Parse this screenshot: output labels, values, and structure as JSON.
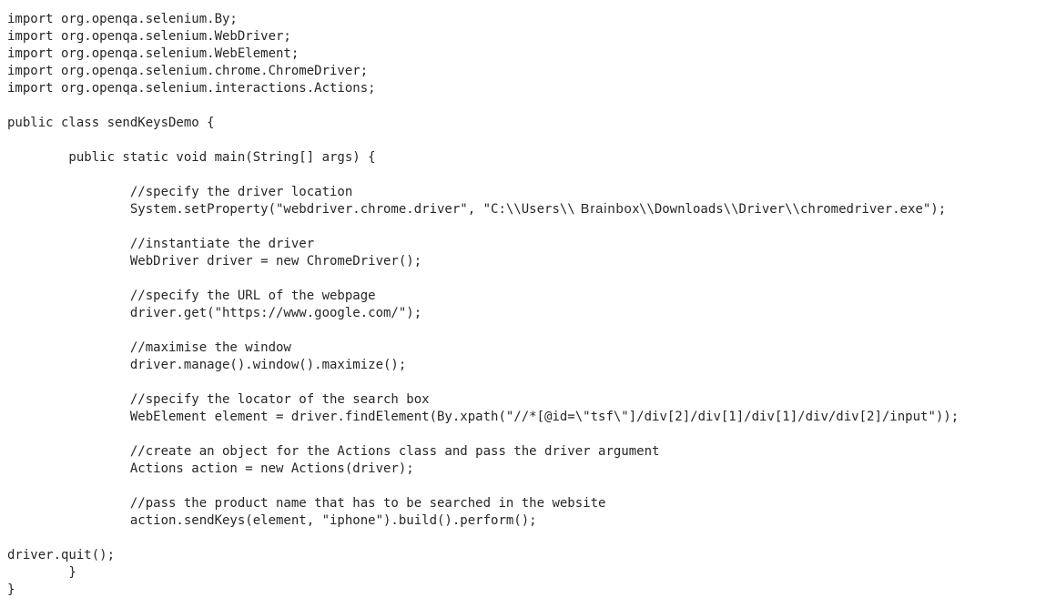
{
  "page": {
    "background_color": "#ffffff",
    "text_color": "#262626"
  },
  "code": {
    "language": "java",
    "lines": [
      {
        "segments": [
          {
            "text": "import org.openqa.selenium.By;"
          }
        ]
      },
      {
        "segments": [
          {
            "text": "import org.openqa.selenium.WebDriver;"
          }
        ]
      },
      {
        "segments": [
          {
            "text": "import org.openqa.selenium.WebElement;"
          }
        ]
      },
      {
        "segments": [
          {
            "text": "import org.openqa.selenium.chrome.ChromeDriver;"
          }
        ]
      },
      {
        "segments": [
          {
            "text": "import org.openqa.selenium.interactions.Actions;"
          }
        ]
      },
      {
        "segments": []
      },
      {
        "segments": [
          {
            "text": "public class sendKeysDemo {"
          }
        ]
      },
      {
        "segments": []
      },
      {
        "segments": [
          {
            "text": "        public static void main(String[] args) {"
          }
        ]
      },
      {
        "segments": []
      },
      {
        "segments": [
          {
            "text": "                //specify the driver location"
          }
        ]
      },
      {
        "segments": [
          {
            "text": "                System.setProperty(\"webdriver.chrome.driver\", \"C:\\\\Users\\\\"
          },
          {
            "text": "Brainbox",
            "font": "sans"
          },
          {
            "text": "\\\\Downloads\\\\Driver\\\\chromedriver.exe\");"
          }
        ]
      },
      {
        "segments": []
      },
      {
        "segments": [
          {
            "text": "                //instantiate the driver"
          }
        ]
      },
      {
        "segments": [
          {
            "text": "                WebDriver driver = new ChromeDriver();"
          }
        ]
      },
      {
        "segments": []
      },
      {
        "segments": [
          {
            "text": "                //specify the URL of the webpage"
          }
        ]
      },
      {
        "segments": [
          {
            "text": "                driver.get(\"https://www.google.com/\");"
          }
        ]
      },
      {
        "segments": []
      },
      {
        "segments": [
          {
            "text": "                //maximise the window"
          }
        ]
      },
      {
        "segments": [
          {
            "text": "                driver.manage().window().maximize();"
          }
        ]
      },
      {
        "segments": []
      },
      {
        "segments": [
          {
            "text": "                //specify the locator of the search box"
          }
        ]
      },
      {
        "segments": [
          {
            "text": "                WebElement element = driver.findElement(By.xpath(\"//*[@id=\\\"tsf\\\"]/div[2]/div[1]/div[1]/div/div[2]/input\"));"
          }
        ]
      },
      {
        "segments": []
      },
      {
        "segments": [
          {
            "text": "                //create an object for the Actions class and pass the driver argument"
          }
        ]
      },
      {
        "segments": [
          {
            "text": "                Actions action = new Actions(driver);"
          }
        ]
      },
      {
        "segments": []
      },
      {
        "segments": [
          {
            "text": "                //pass the product name that has to be searched in the website"
          }
        ]
      },
      {
        "segments": [
          {
            "text": "                action.sendKeys(element, \"iphone\").build().perform();"
          }
        ]
      },
      {
        "segments": []
      },
      {
        "segments": [
          {
            "text": "driver.quit();"
          }
        ]
      },
      {
        "segments": [
          {
            "text": "        }"
          }
        ]
      },
      {
        "segments": [
          {
            "text": "}"
          }
        ]
      }
    ]
  }
}
